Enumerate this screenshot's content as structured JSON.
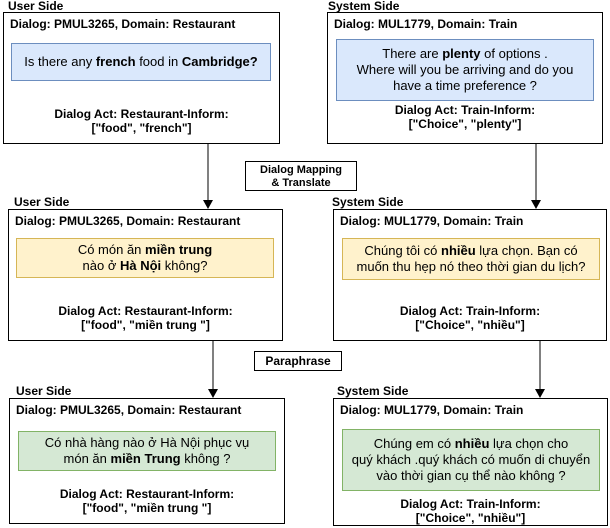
{
  "row1": {
    "user": {
      "side_label": "User Side",
      "header": "Dialog: PMUL3265, Domain: Restaurant",
      "utterance": [
        {
          "t": "Is there any ",
          "b": false
        },
        {
          "t": "french",
          "b": true
        },
        {
          "t": " food in ",
          "b": false
        },
        {
          "t": "Cambridge?",
          "b": true
        }
      ],
      "act_line1": "Dialog Act: Restaurant-Inform:",
      "act_line2": "[\"food\", \"french\"]"
    },
    "system": {
      "side_label": "System Side",
      "header": "Dialog: MUL1779, Domain: Train",
      "utterance": [
        {
          "t": "There are ",
          "b": false
        },
        {
          "t": "plenty",
          "b": true
        },
        {
          "t": " of options .",
          "b": false
        },
        {
          "br": true
        },
        {
          "t": "Where will you be arriving and do you",
          "b": false
        },
        {
          "br": true
        },
        {
          "t": "have a time preference ?",
          "b": false
        }
      ],
      "act_line1": "Train-Inform:",
      "act_line2": "[\"Choice\", \"plenty\"]"
    }
  },
  "step1": {
    "line1": "Dialog Mapping",
    "line2": "& Translate"
  },
  "row2": {
    "user": {
      "side_label": "User Side",
      "header": "Dialog: PMUL3265, Domain: Restaurant",
      "utterance": [
        {
          "t": "Có món ăn ",
          "b": false
        },
        {
          "t": "miền trung",
          "b": true
        },
        {
          "br": true
        },
        {
          "t": "nào ở ",
          "b": false
        },
        {
          "t": "Hà Nội",
          "b": true
        },
        {
          "t": " không?",
          "b": false
        }
      ],
      "act_line1": "Dialog Act: Restaurant-Inform:",
      "act_line2": "[\"food\", \"miền trung \"]"
    },
    "system": {
      "side_label": "System Side",
      "header": "Dialog: MUL1779, Domain: Train",
      "utterance": [
        {
          "t": "Chúng tôi có ",
          "b": false
        },
        {
          "t": "nhiều",
          "b": true
        },
        {
          "t": " lựa chọn. Bạn có",
          "b": false
        },
        {
          "br": true
        },
        {
          "t": "muốn thu hẹp nó theo thời gian du lịch?",
          "b": false
        }
      ],
      "act_line1": "Dialog Act: Train-Inform:",
      "act_line2": "[\"Choice\", \"nhiều\"]"
    }
  },
  "step2": {
    "line1": "Paraphrase"
  },
  "row3": {
    "user": {
      "side_label": "User Side",
      "header": "Dialog: PMUL3265, Domain: Restaurant",
      "utterance": [
        {
          "t": "Có nhà hàng nào ở Hà Nội phục vụ",
          "b": false
        },
        {
          "br": true
        },
        {
          "t": "món ăn ",
          "b": false
        },
        {
          "t": "miền Trung",
          "b": true
        },
        {
          "t": " không ?",
          "b": false
        }
      ],
      "act_line1": "Dialog Act: Restaurant-Inform:",
      "act_line2": "[\"food\", \"miền trung \"]"
    },
    "system": {
      "side_label": "System Side",
      "header": "Dialog: MUL1779, Domain: Train",
      "utterance": [
        {
          "t": "Chúng em có ",
          "b": false
        },
        {
          "t": "nhiều",
          "b": true
        },
        {
          "t": " lựa chọn cho",
          "b": false
        },
        {
          "br": true
        },
        {
          "t": "quý khách .quý khách có muốn di chuyển",
          "b": false
        },
        {
          "br": true
        },
        {
          "t": "vào thời gian cụ thể nào không ?",
          "b": false
        }
      ],
      "act_line1": "Dialog Act: Train-Inform:",
      "act_line2": "[\"Choice\", \"nhiều\"]"
    }
  },
  "colors": {
    "english_box_fill": "#dae8fc",
    "english_box_stroke": "#6c8ebf",
    "translated_box_fill": "#fff2cc",
    "translated_box_stroke": "#d6b656",
    "paraphrased_box_fill": "#d5e8d4",
    "paraphrased_box_stroke": "#82b366"
  }
}
